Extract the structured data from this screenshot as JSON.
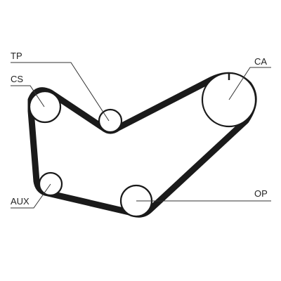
{
  "labels": {
    "tp": "TP",
    "cs": "CS",
    "ca": "CA",
    "aux": "AUX",
    "op": "OP"
  },
  "colors": {
    "belt": "#1a1a1a",
    "pulley": "#1a1a1a",
    "leader": "#333333",
    "background": "#ffffff"
  }
}
